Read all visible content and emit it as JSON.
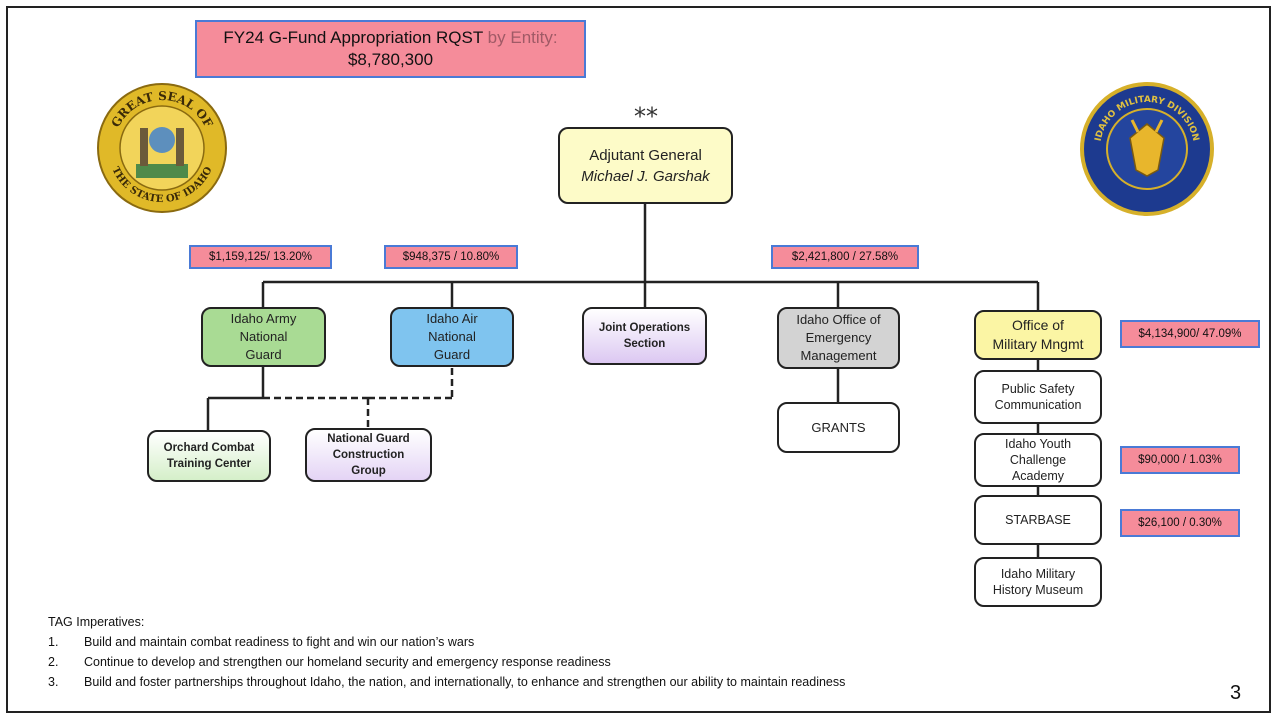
{
  "banner": {
    "title_main": "FY24 G-Fund Appropriation RQST",
    "title_faint": "by Entity:",
    "total": "$8,780,300"
  },
  "stars": "⁎⁎",
  "adjutant": {
    "role": "Adjutant General",
    "name": "Michael J. Garshak"
  },
  "money": {
    "army": "$1,159,125/ 13.20%",
    "air": "$948,375 / 10.80%",
    "oem": "$2,421,800 / 27.58%",
    "omm": "$4,134,900/ 47.09%",
    "youth": "$90,000 / 1.03%",
    "starbase": "$26,100 / 0.30%"
  },
  "boxes": {
    "army": {
      "l1": "Idaho Army",
      "l2": "National",
      "l3": "Guard",
      "color": "#a9db94"
    },
    "air": {
      "l1": "Idaho Air",
      "l2": "National",
      "l3": "Guard",
      "color": "#7fc4ef"
    },
    "joint": {
      "l1": "Joint Operations",
      "l2": "Section",
      "color": "#dcc8f2"
    },
    "oem": {
      "l1": "Idaho Office of",
      "l2": "Emergency",
      "l3": "Management",
      "color": "#d3d3d3"
    },
    "omm": {
      "l1": "Office of",
      "l2": "Military Mngmt",
      "color": "#fbf5a4"
    },
    "orchard": {
      "l1": "Orchard Combat",
      "l2": "Training Center",
      "color": "#d5efc9"
    },
    "ngcg": {
      "l1": "National Guard",
      "l2": "Construction",
      "l3": "Group",
      "color": "#e4d4f5"
    },
    "grants": {
      "l1": "GRANTS"
    },
    "psc": {
      "l1": "Public Safety",
      "l2": "Communication"
    },
    "youth": {
      "l1": "Idaho Youth",
      "l2": "Challenge",
      "l3": "Academy"
    },
    "starbase": {
      "l1": "STARBASE"
    },
    "museum": {
      "l1": "Idaho Military",
      "l2": "History Museum"
    }
  },
  "seals": {
    "idaho": {
      "top_text": "GREAT SEAL OF",
      "bottom_text": "THE STATE OF IDAHO"
    },
    "military": {
      "text": "IDAHO MILITARY DIVISION"
    }
  },
  "notes": {
    "heading": "TAG Imperatives:",
    "items": [
      {
        "num": "1.",
        "text": "Build and maintain combat readiness to fight and win our nation’s wars"
      },
      {
        "num": "2.",
        "text": "Continue to develop and strengthen our homeland security and emergency response readiness"
      },
      {
        "num": "3.",
        "text": "Build and foster partnerships throughout Idaho, the nation, and internationally, to enhance and strengthen our ability to maintain readiness"
      }
    ]
  },
  "page_number": "3"
}
